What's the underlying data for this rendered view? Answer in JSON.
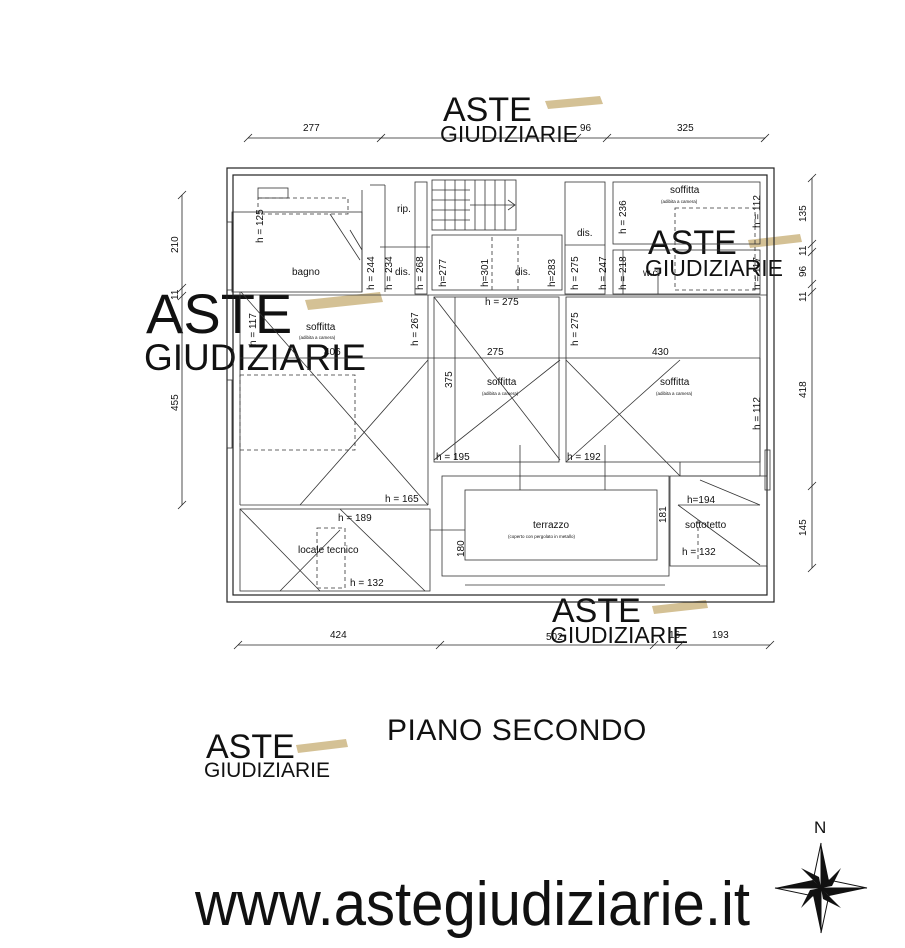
{
  "title": "PIANO SECONDO",
  "website": "www.astegiudiziarie.it",
  "watermark": {
    "line1": "ASTE",
    "line2": "GIUDIZIARIE"
  },
  "compass": {
    "north": "N"
  },
  "rooms": {
    "bagno": "bagno",
    "rip": "rip.",
    "dis1": "dis.",
    "dis2": "dis.",
    "dis3": "dis.",
    "wc": "w.c.",
    "soffitta_ne": "soffitta",
    "soffitta_ne_sub": "(adibita a camera)",
    "soffitta_w": "soffitta",
    "soffitta_w_sub": "(adibita a camera)",
    "soffitta_c": "soffitta",
    "soffitta_c_sub": "(adibita a camera)",
    "soffitta_e": "soffitta",
    "soffitta_e_sub": "(adibita a camera)",
    "terrazzo": "terrazzo",
    "terrazzo_sub": "(coperto con pergolato in metallo)",
    "sottotetto": "sottotetto",
    "locale_tecnico": "locale tecnico"
  },
  "heights": {
    "h125": "h = 125",
    "h244": "h = 244",
    "h234": "h = 234",
    "h268": "h = 268",
    "h277": "h=277",
    "h301": "h=301",
    "h283": "h=283",
    "h275v": "h = 275",
    "h247": "h = 247",
    "h218": "h = 218",
    "h117ne": "h = 117",
    "h112ne": "h = 112",
    "h236": "h = 236",
    "h117w": "h = 117",
    "h267": "h = 267",
    "h275top": "h = 275",
    "h275v2": "h = 275",
    "h195": "h = 195",
    "h192": "h = 192",
    "h112e": "h = 112",
    "h165": "h = 165",
    "h189": "h = 189",
    "h132lt": "h = 132",
    "h194": "h=194",
    "h132st": "h = 132",
    "h181": "181"
  },
  "dimensions": {
    "top": [
      "277",
      "96",
      "325"
    ],
    "bottom": [
      "424",
      "502",
      "16",
      "193"
    ],
    "left": [
      "210",
      "11",
      "455"
    ],
    "right": [
      "135",
      "11",
      "96",
      "11",
      "418",
      "145"
    ],
    "inner": [
      "406",
      "275",
      "430",
      "375",
      "180"
    ]
  }
}
